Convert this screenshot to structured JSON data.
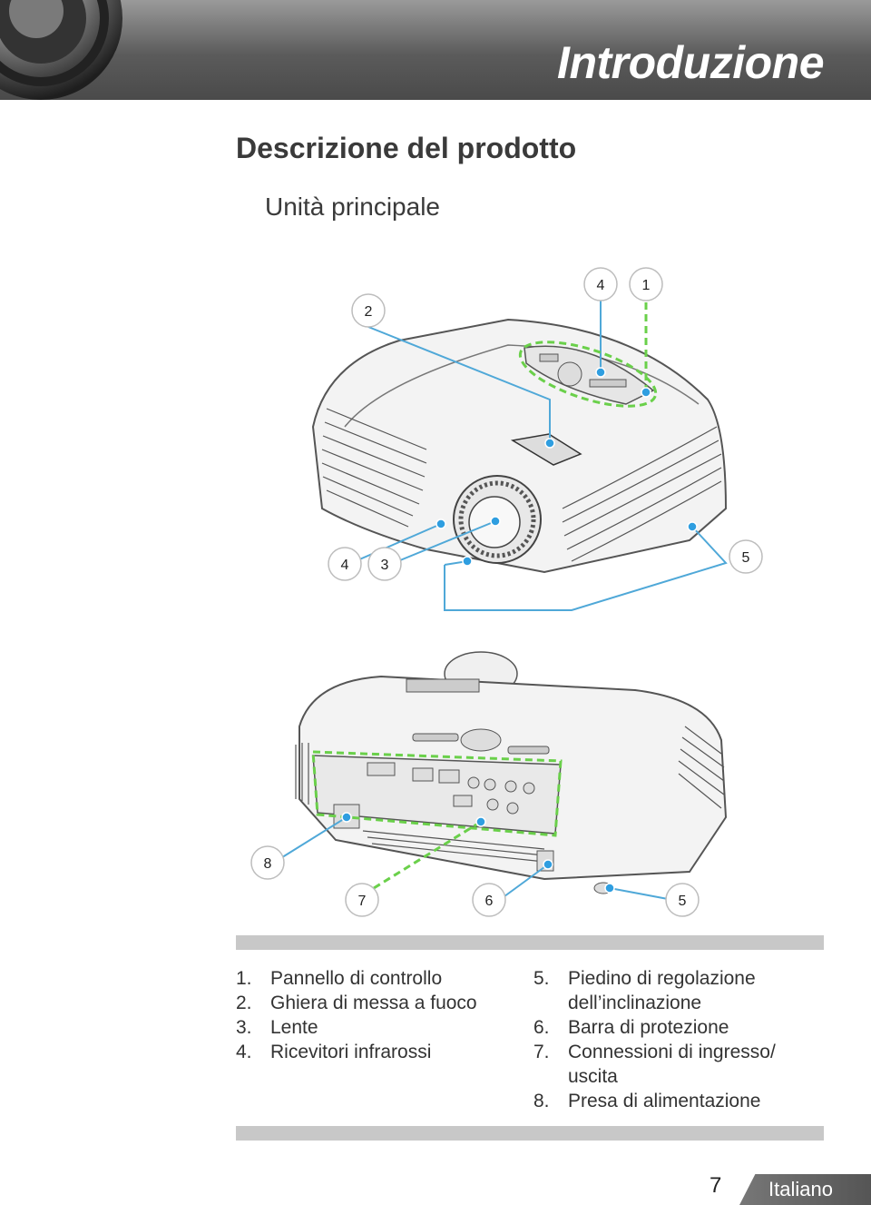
{
  "header": {
    "title": "Introduzione"
  },
  "section_title": "Descrizione del prodotto",
  "subsection_title": "Unità principale",
  "top_callouts": [
    "2",
    "4",
    "1",
    "4",
    "3",
    "5"
  ],
  "bottom_callouts": [
    "8",
    "7",
    "6",
    "5"
  ],
  "legend": {
    "left": [
      {
        "num": "1.",
        "text": "Pannello di controllo"
      },
      {
        "num": "2.",
        "text": "Ghiera di messa a fuoco"
      },
      {
        "num": "3.",
        "text": "Lente"
      },
      {
        "num": "4.",
        "text": "Ricevitori infrarossi"
      }
    ],
    "right": [
      {
        "num": "5.",
        "text": "Piedino di regolazione dell’inclinazione"
      },
      {
        "num": "6.",
        "text": "Barra di protezione"
      },
      {
        "num": "7.",
        "text": "Connessioni di ingresso/ uscita"
      },
      {
        "num": "8.",
        "text": "Presa di alimentazione"
      }
    ]
  },
  "footer": {
    "page_number": "7",
    "language": "Italiano"
  },
  "colors": {
    "header": "#5b5b5b",
    "callout_line": "#4fa8d8",
    "highlight": "#6ad04a"
  }
}
